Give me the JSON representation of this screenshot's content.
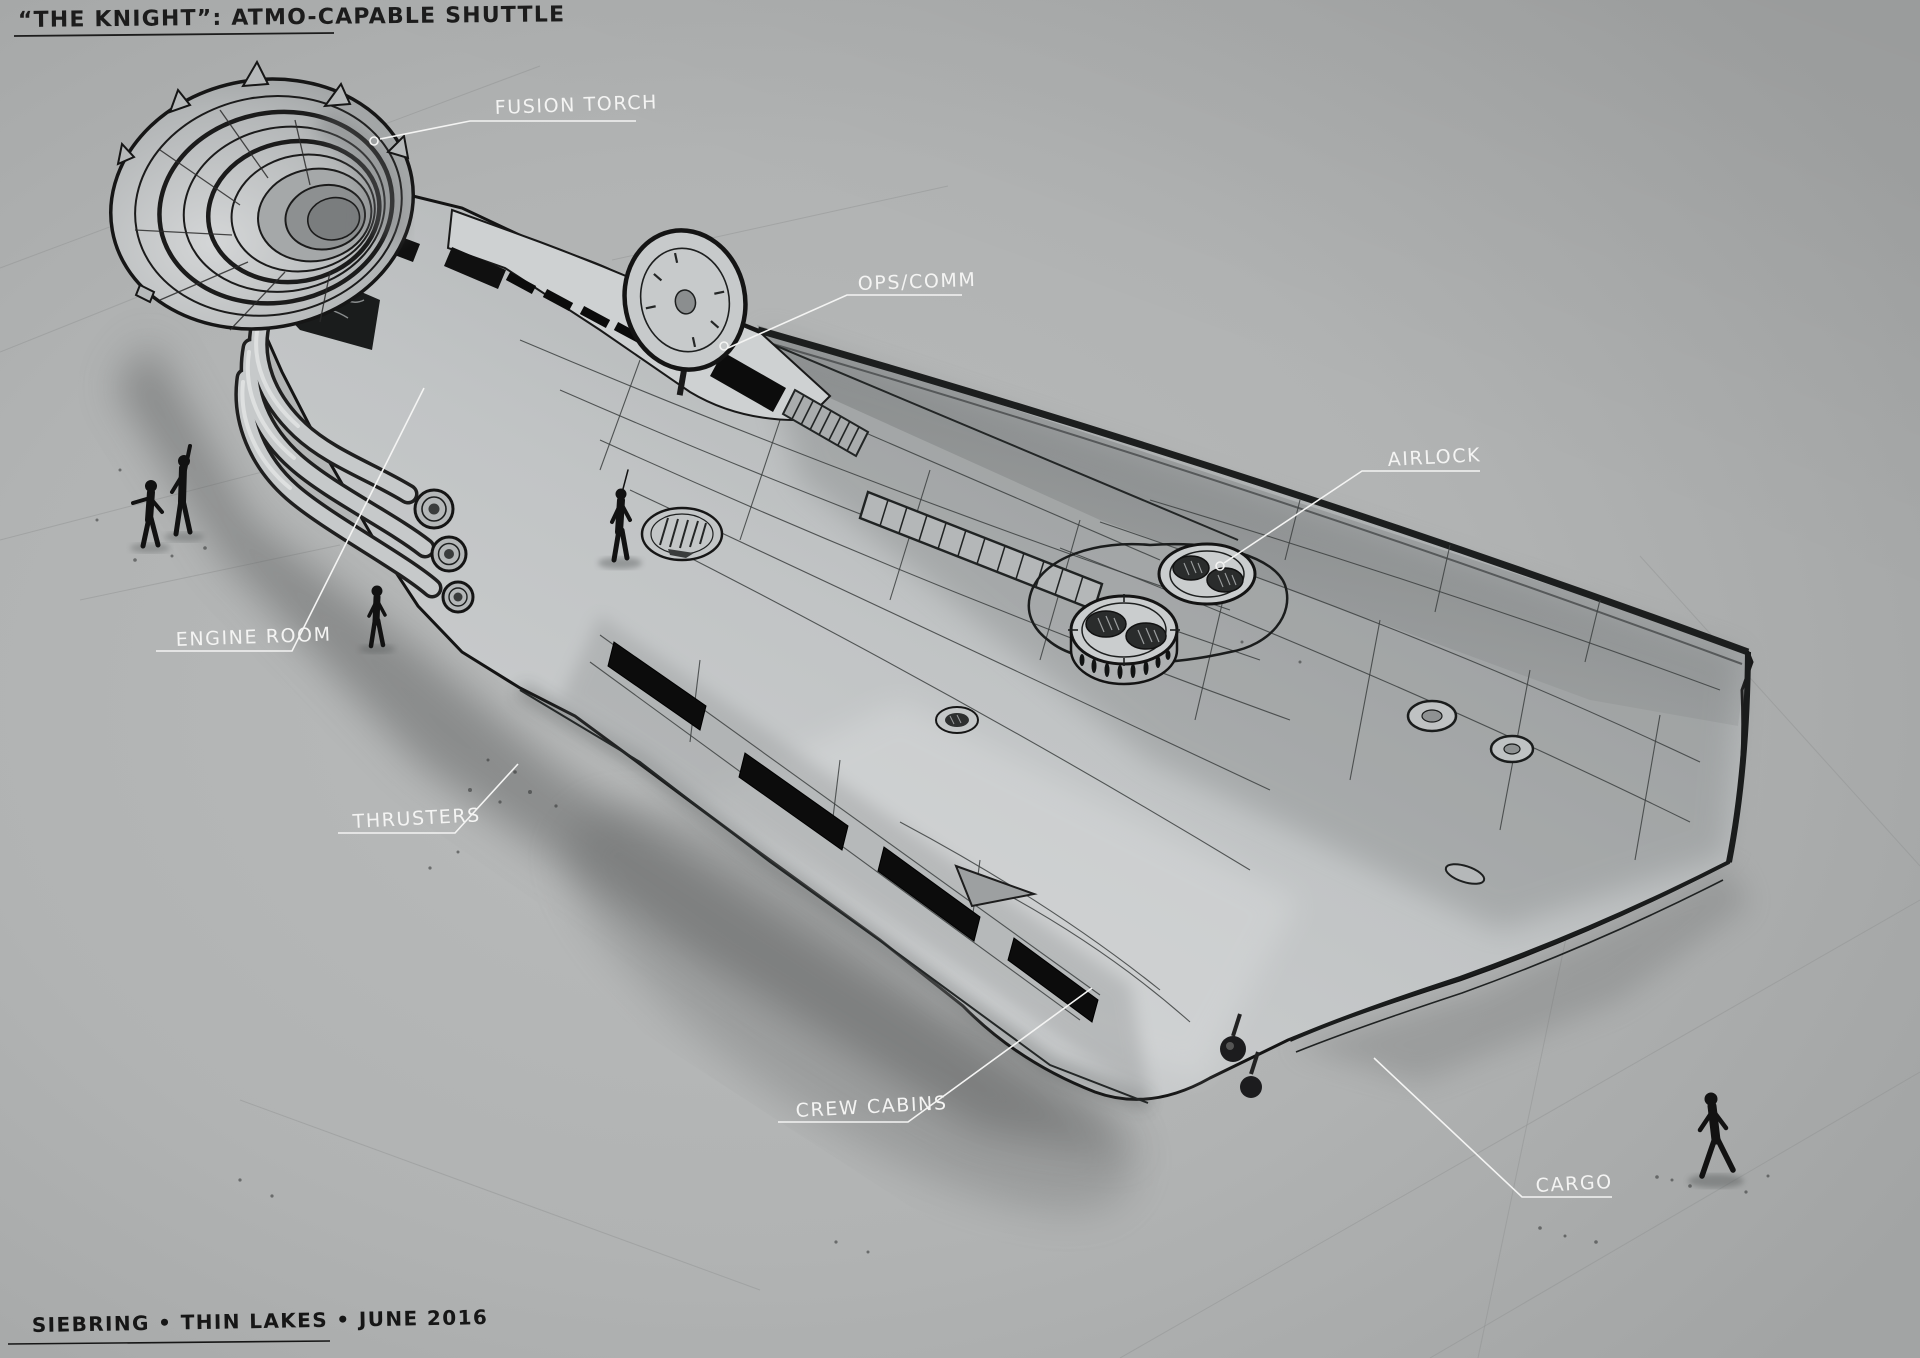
{
  "artwork": {
    "title": "“THE KNIGHT”: ATMO-CAPABLE SHUTTLE",
    "signature": "SIEBRING • THIN LAKES • JUNE 2016"
  },
  "labels": [
    {
      "id": "fusion-torch",
      "text": "FUSION TORCH"
    },
    {
      "id": "ops-comm",
      "text": "OPS/COMM"
    },
    {
      "id": "airlock",
      "text": "AIRLOCK"
    },
    {
      "id": "engine-room",
      "text": "ENGINE ROOM"
    },
    {
      "id": "thrusters",
      "text": "THRUSTERS"
    },
    {
      "id": "crew-cabins",
      "text": "CREW CABINS"
    },
    {
      "id": "cargo",
      "text": "CARGO"
    }
  ],
  "colors": {
    "background": "#b1b3b3",
    "ink": "#1a1a1a",
    "callout": "#f4f4f3",
    "hull_light": "#cdd0d1",
    "hull_mid": "#b2b5b6",
    "hull_dark": "#8e9192",
    "window": "#0c0c0c",
    "shadow": "#646767"
  }
}
